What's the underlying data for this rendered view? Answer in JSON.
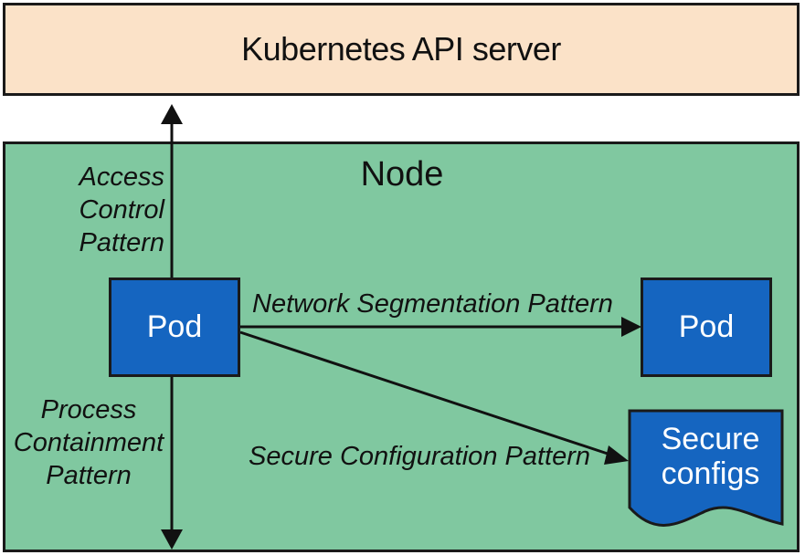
{
  "api_server": {
    "label": "Kubernetes API server"
  },
  "node": {
    "title": "Node"
  },
  "pods": {
    "left_label": "Pod",
    "right_label": "Pod"
  },
  "patterns": {
    "access_control": [
      "Access",
      "Control",
      "Pattern"
    ],
    "process_containment": [
      "Process",
      "Containment",
      "Pattern"
    ],
    "network_segmentation": "Network Segmentation Pattern",
    "secure_configuration": "Secure Configuration Pattern"
  },
  "secure_configs": [
    "Secure",
    "configs"
  ],
  "colors": {
    "api_server_fill": "#fbe2c8",
    "node_fill": "#80c8a0",
    "pod_fill": "#1565c0",
    "outline": "#1a1a1a"
  }
}
